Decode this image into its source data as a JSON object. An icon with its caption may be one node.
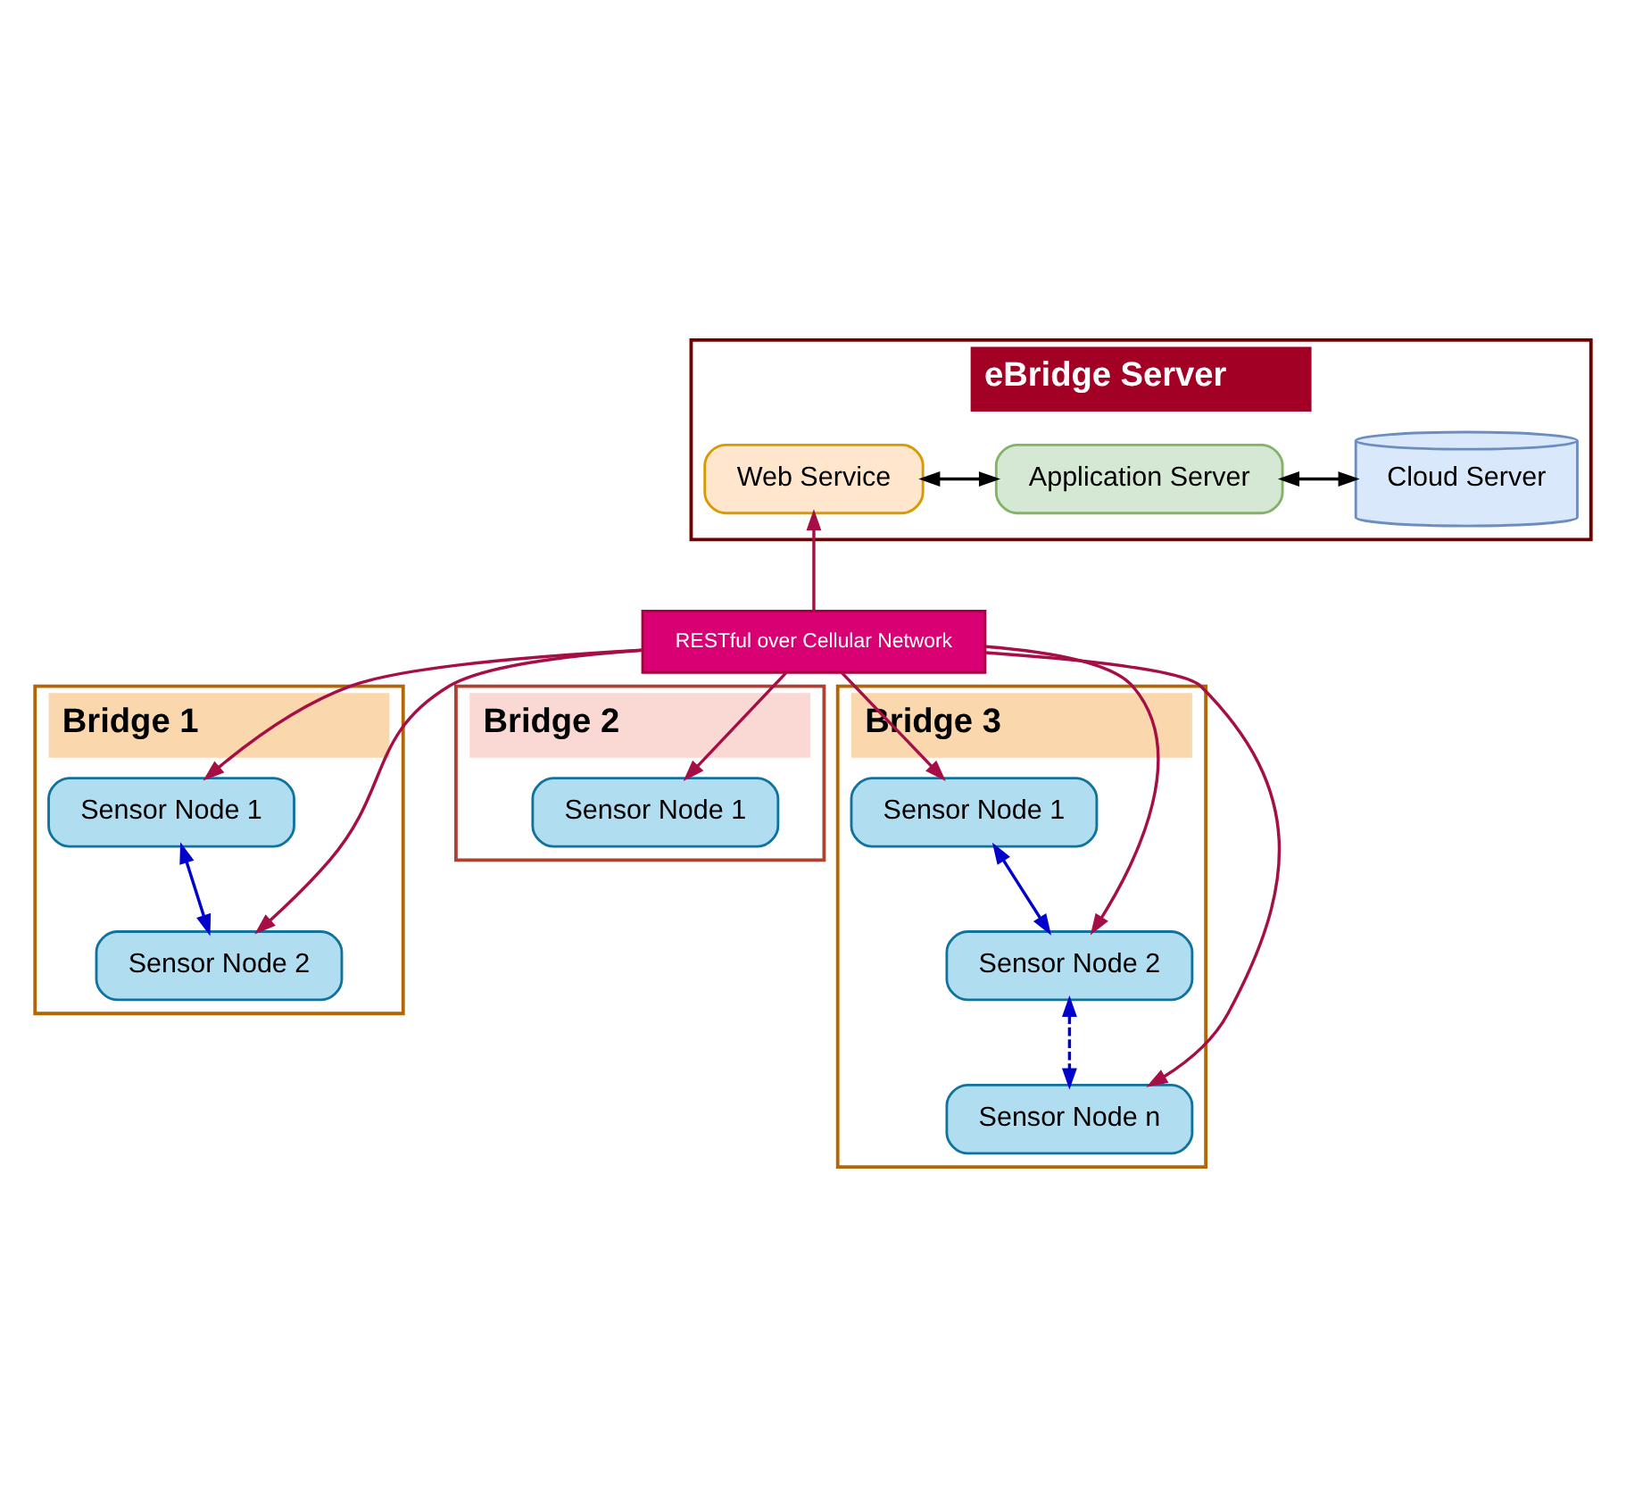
{
  "diagram": {
    "nodes": [
      {
        "text": [
          "eBridge Server"
        ]
      },
      {
        "text": [
          "Web Service"
        ],
        "in": 0
      },
      {
        "text": [
          "Application Server"
        ],
        "in": 0
      },
      {
        "text": [
          "Cloud Server"
        ],
        "in": 0
      },
      {
        "text": [
          "Bridge 1"
        ]
      },
      {
        "text": [
          "Sensor Node 1"
        ],
        "in": 4
      },
      {
        "text": [
          "Sensor Node 2"
        ],
        "in": 4
      },
      {
        "text": [
          "Bridge 2"
        ]
      },
      {
        "text": [
          "Sensor Node 1"
        ],
        "in": 7
      },
      {
        "text": [
          "Bridge 3"
        ]
      },
      {
        "text": [
          "Sensor Node 1"
        ],
        "in": 9
      },
      {
        "text": [
          "Sensor Node 2"
        ],
        "in": 9
      },
      {
        "text": [
          "Sensor Node n"
        ],
        "in": 9
      },
      {
        "text": [
          "RESTful over Cellular Network"
        ]
      }
    ],
    "edges": [
      {
        "from": 1,
        "to": 2,
        "arrow": "both",
        "color": "#000000"
      },
      {
        "from": 2,
        "to": 3,
        "arrow": "both",
        "color": "#000000"
      },
      {
        "from": 13,
        "to": 1,
        "arrow": "to"
      },
      {
        "from": 13,
        "to": 5,
        "arrow": "to"
      },
      {
        "from": 13,
        "to": 10,
        "arrow": "to"
      },
      {
        "from": 13,
        "to": 6,
        "arrow": "to"
      },
      {
        "from": 13,
        "to": 11,
        "arrow": "to"
      },
      {
        "from": 13,
        "to": 8,
        "arrow": "to"
      },
      {
        "from": 13,
        "to": 12,
        "arrow": "to"
      },
      {
        "from": 5,
        "to": 6,
        "arrow": "both",
        "color": "#0000cc"
      },
      {
        "from": 10,
        "to": 11,
        "arrow": "both",
        "color": "#0000cc"
      },
      {
        "from": 11,
        "to": 12,
        "arrow": "both",
        "color": "#0000cc",
        "style": "dashed"
      }
    ]
  }
}
